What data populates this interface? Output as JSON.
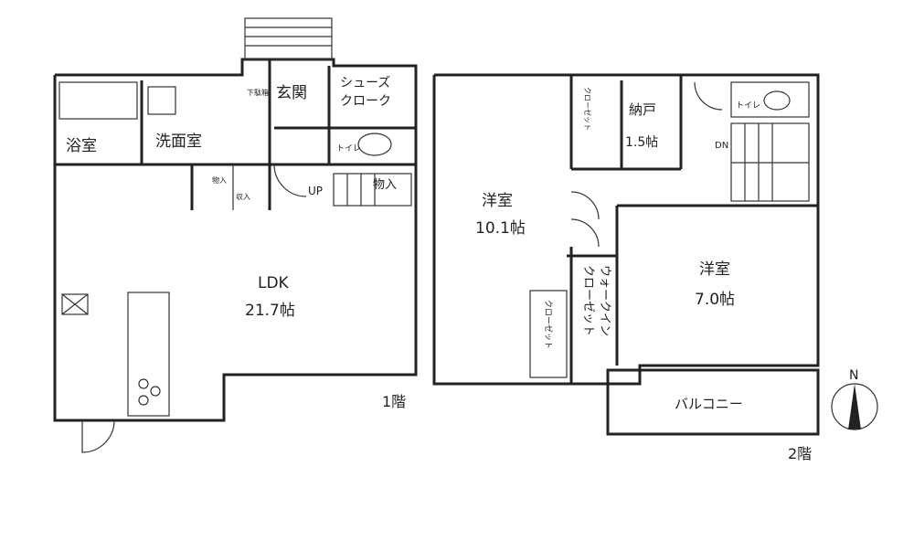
{
  "floor1": {
    "label": "1階",
    "rooms": {
      "bath": "浴室",
      "washroom": "洗面室",
      "entrance": "玄関",
      "shoe_closet_1": "シューズ",
      "shoe_closet_2": "クローク",
      "shoe_box": "下駄箱",
      "toilet": "トイレ",
      "up": "UP",
      "storage": "物入",
      "storage_small_1": "物入",
      "storage_small_2": "収入",
      "ldk": "LDK",
      "ldk_size": "21.7帖"
    }
  },
  "floor2": {
    "label": "2階",
    "rooms": {
      "western1": "洋室",
      "western1_size": "10.1帖",
      "closet_a": "クローゼット",
      "storeroom": "納戸",
      "storeroom_size": "1.5帖",
      "toilet": "トイレ",
      "down": "DN",
      "walkin_1": "ウォークイン",
      "walkin_2": "クローゼット",
      "closet_b": "クローゼット",
      "western2": "洋室",
      "western2_size": "7.0帖",
      "balcony": "バルコニー"
    }
  },
  "compass": {
    "north": "N"
  }
}
